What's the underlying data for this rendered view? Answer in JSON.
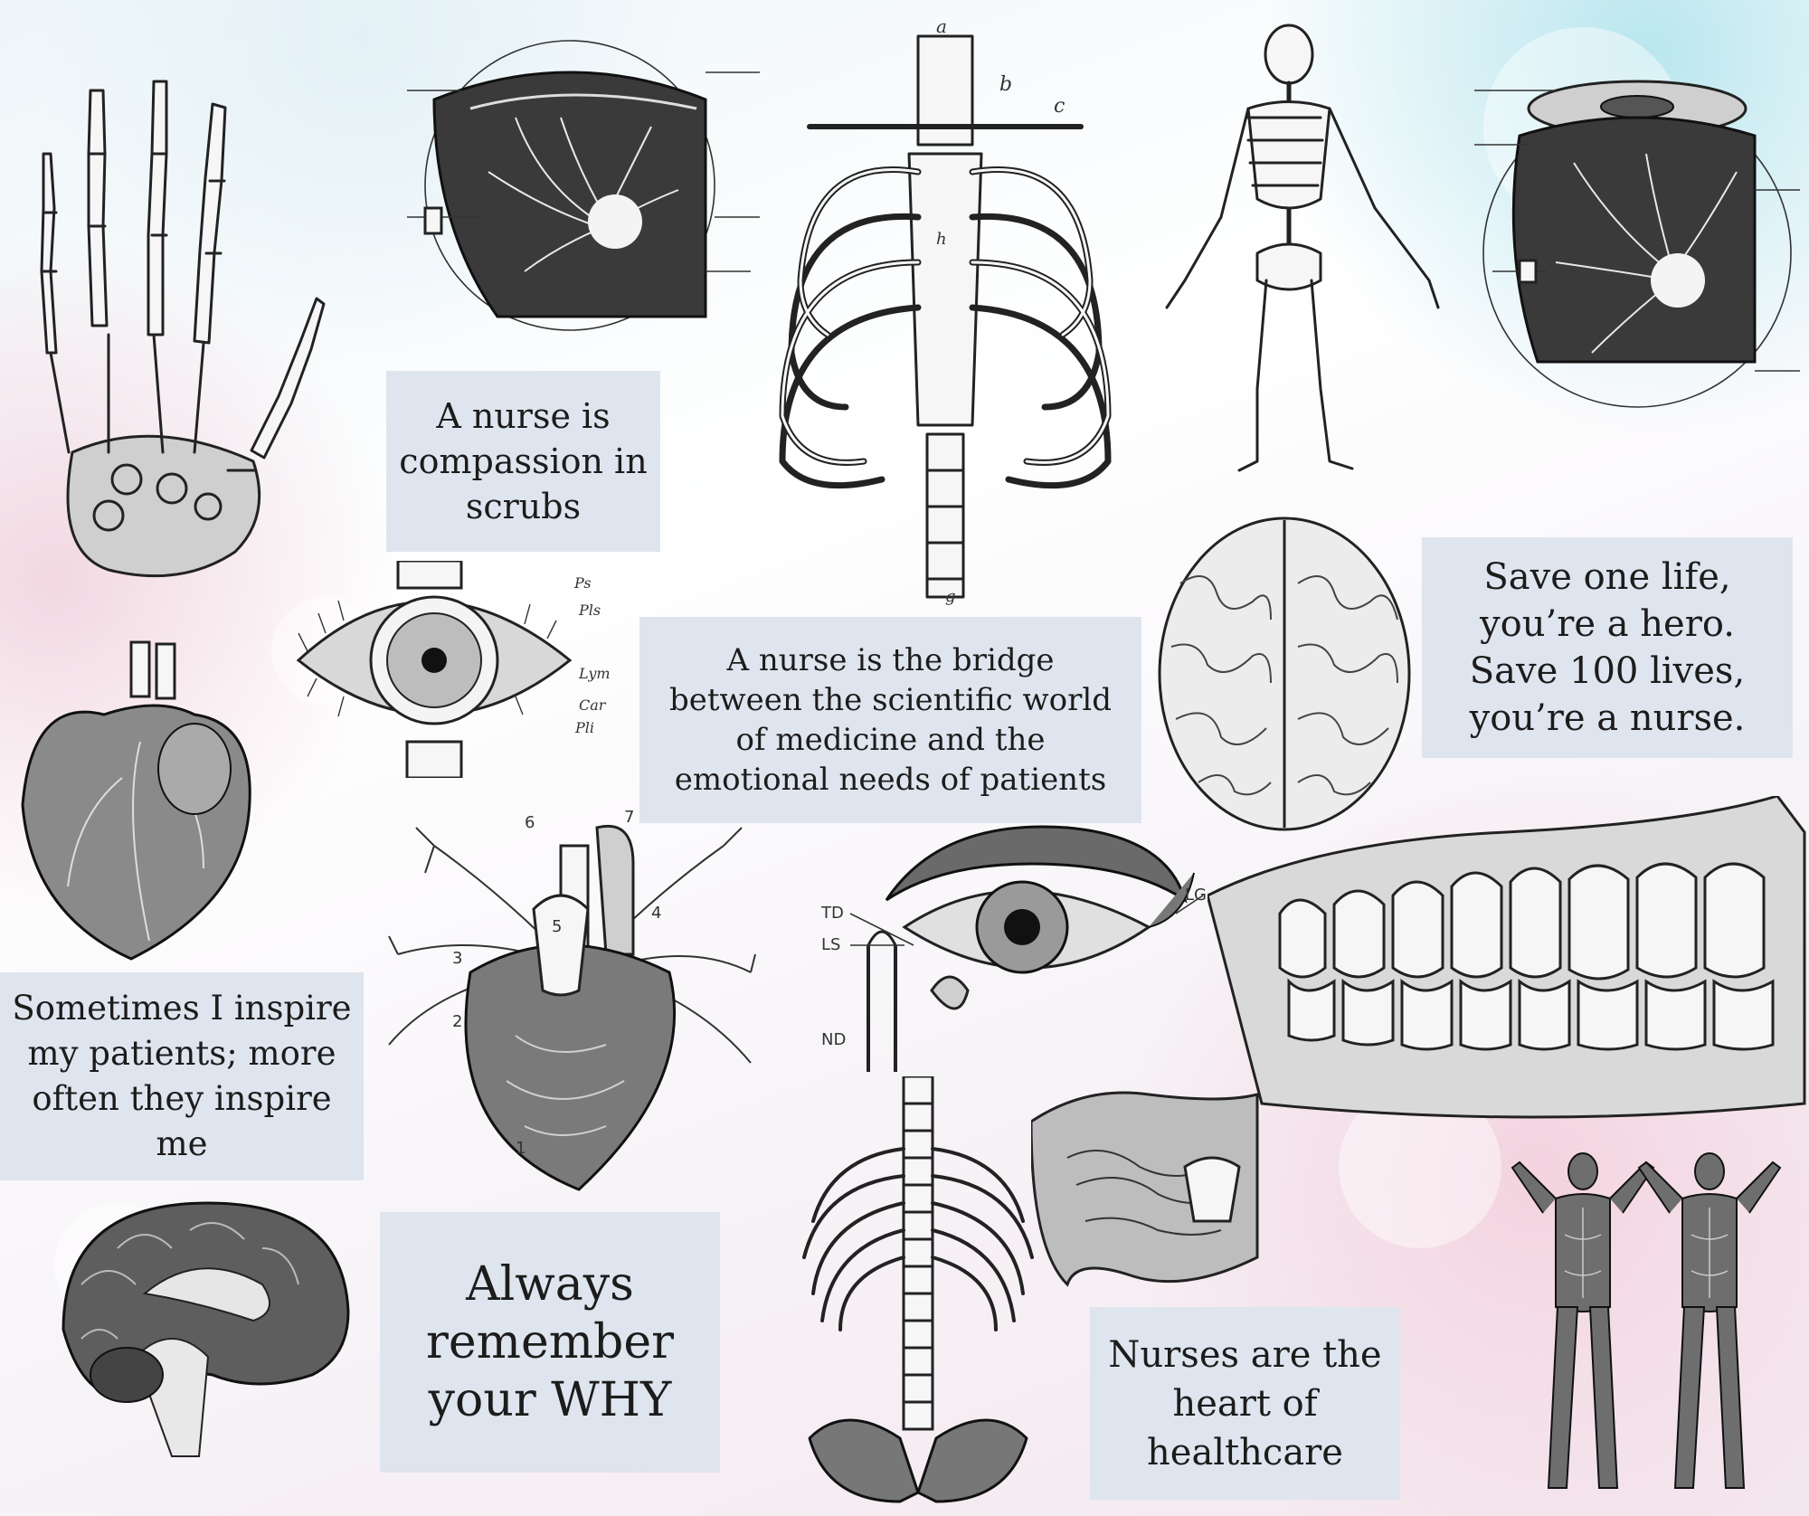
{
  "quotes": {
    "compassion": "A nurse is\ncompassion in\nscrubs",
    "bridge": "A nurse is the bridge\nbetween the scientific world\nof medicine and the\nemotional needs of patients",
    "save_lives": "Save one life,\nyou’re a hero.\nSave 100 lives,\nyou’re a nurse.",
    "inspire": "Sometimes I inspire\nmy patients; more\noften they inspire\nme",
    "why": "Always\nremember\nyour WHY",
    "heart": "Nurses are the\nheart of\nhealthcare"
  },
  "labels": {
    "ribcage": [
      "a",
      "b",
      "c",
      "h",
      "g"
    ],
    "eye_front": [
      "Ps",
      "Pls",
      "Lym",
      "Car",
      "Pli"
    ],
    "lacrimal": [
      "TD",
      "LS",
      "ND",
      "LG"
    ],
    "vascular_heart": [
      "6",
      "7",
      "5",
      "4",
      "3",
      "2",
      "1"
    ]
  },
  "icons": {
    "hand": "hand-skeleton-icon",
    "eyeball_left": "eyeball-section-icon",
    "ribcage": "ribcage-icon",
    "skeleton": "skeleton-icon",
    "eyeball_right": "eyeball-section-icon",
    "eye_front": "eye-icon",
    "brain_top": "brain-top-icon",
    "heart": "anatomical-heart-icon",
    "vascular": "vascular-heart-icon",
    "lacrimal": "lacrimal-eye-icon",
    "teeth": "teeth-icon",
    "spine": "spine-pelvis-icon",
    "sinus": "nasal-cavity-icon",
    "brain_side": "brain-sagittal-icon",
    "muscles": "muscle-figures-icon"
  },
  "colors": {
    "quote_box": "#dfe5ee",
    "ink": "#1c1c1c"
  }
}
